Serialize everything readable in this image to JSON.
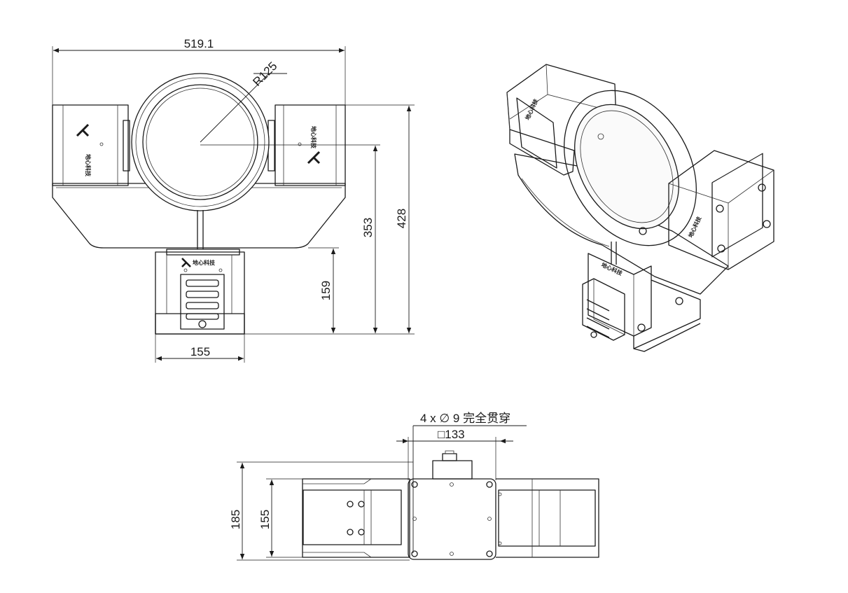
{
  "front_view": {
    "width_dim": "519.1",
    "radius_dim": "R125",
    "height_overall": "428",
    "height_center": "353",
    "height_base": "159",
    "base_width": "155"
  },
  "brand": {
    "logo_text": "地心科技"
  },
  "bottom_view": {
    "hole_note": "4 x ∅ 9 完全贯穿",
    "square_dim": "□133",
    "height_outer": "185",
    "height_inner": "155"
  }
}
